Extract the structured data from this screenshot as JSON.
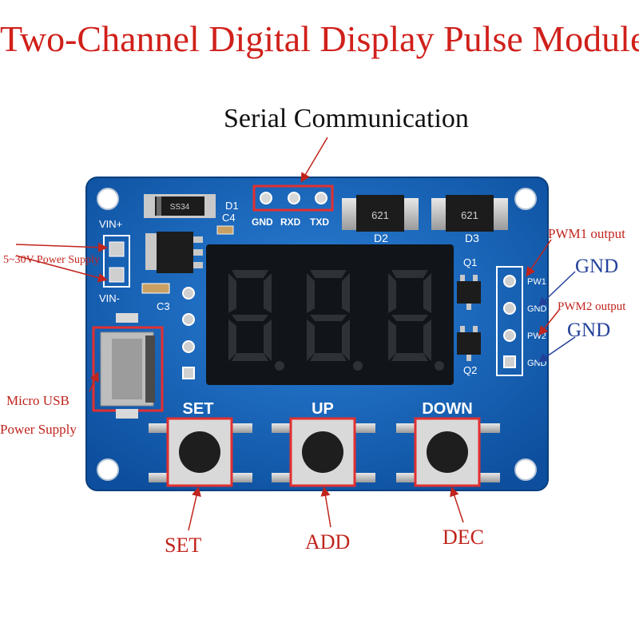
{
  "title": "Two-Channel Digital Display Pulse Module",
  "annotations": {
    "serial": "Serial Communication",
    "vin_power": "5~30V Power Supply",
    "usb_line1": "Micro USB",
    "usb_line2": "Power Supply",
    "pwm1": "PWM1 output",
    "gnd1": "GND",
    "pwm2": "PWM2 output",
    "gnd2": "GND",
    "set": "SET",
    "add": "ADD",
    "dec": "DEC"
  },
  "silkscreen": {
    "d1": "D1",
    "d1_part": "SS34",
    "c4": "C4",
    "c3": "C3",
    "d2": "D2",
    "d2_part": "621",
    "d3": "D3",
    "d3_part": "621",
    "q1": "Q1",
    "q2": "Q2",
    "vin_plus": "VIN+",
    "vin_minus": "VIN-",
    "gnd": "GND",
    "rxd": "RXD",
    "txd": "TXD",
    "pw1": "PW1",
    "gnd_pin1": "GND",
    "pw2": "PW2",
    "gnd_pin2": "GND",
    "btn_set": "SET",
    "btn_up": "UP",
    "btn_down": "DOWN"
  },
  "colors": {
    "pcb": "#1463b8",
    "annotation_red": "#c0241c",
    "annotation_blue": "#23419a"
  }
}
